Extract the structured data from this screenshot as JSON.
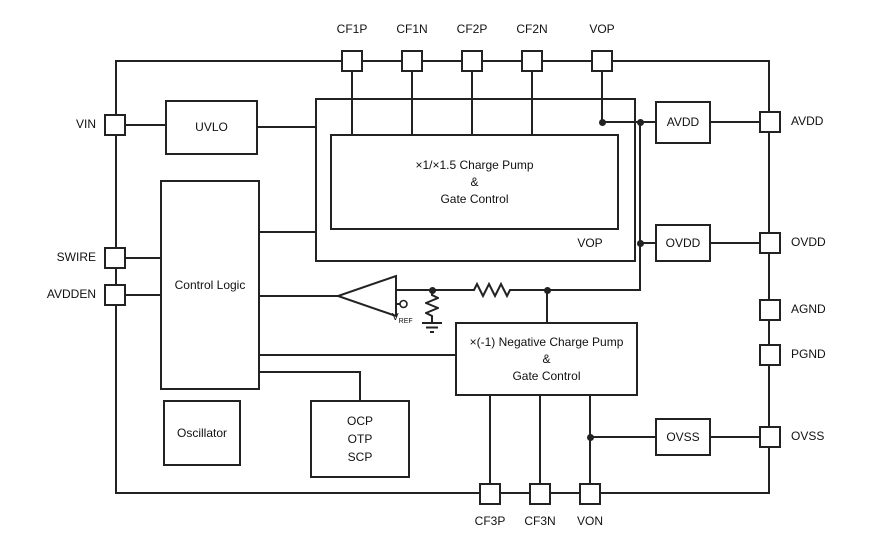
{
  "colors": {
    "line": "#222222",
    "background": "#ffffff",
    "text": "#111111"
  },
  "pins": {
    "top": [
      {
        "label": "CF1P"
      },
      {
        "label": "CF1N"
      },
      {
        "label": "CF2P"
      },
      {
        "label": "CF2N"
      },
      {
        "label": "VOP"
      }
    ],
    "bottom": [
      {
        "label": "CF3P"
      },
      {
        "label": "CF3N"
      },
      {
        "label": "VON"
      }
    ],
    "left": [
      {
        "label": "VIN"
      },
      {
        "label": "SWIRE"
      },
      {
        "label": "AVDDEN"
      }
    ],
    "right": [
      {
        "label": "AVDD"
      },
      {
        "label": "OVDD"
      },
      {
        "label": "AGND"
      },
      {
        "label": "PGND"
      },
      {
        "label": "OVSS"
      }
    ]
  },
  "blocks": {
    "uvlo": {
      "label": "UVLO"
    },
    "control_logic": {
      "label": "Control Logic"
    },
    "positive_charge_pump": {
      "line1": "×1/×1.5 Charge Pump",
      "line2": "&",
      "line3": "Gate Control",
      "output_label": "VOP"
    },
    "negative_charge_pump": {
      "line1": "×(-1) Negative Charge Pump",
      "line2": "&",
      "line3": "Gate Control"
    },
    "avdd_switch": {
      "label": "AVDD"
    },
    "ovdd_switch": {
      "label": "OVDD"
    },
    "ovss_switch": {
      "label": "OVSS"
    },
    "oscillator": {
      "label": "Oscillator"
    },
    "protection": {
      "line1": "OCP",
      "line2": "OTP",
      "line3": "SCP"
    }
  },
  "comparator": {
    "ref_label": "V",
    "ref_subscript": "REF"
  }
}
